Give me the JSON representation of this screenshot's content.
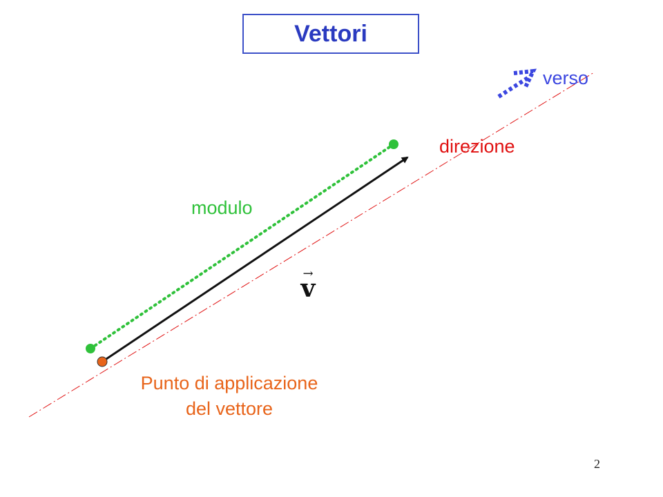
{
  "title": "Vettori",
  "labels": {
    "verso": "verso",
    "direzione": "direzione",
    "modulo": "modulo",
    "punto_line1": "Punto di applicazione",
    "punto_line2": "del vettore"
  },
  "vector_symbol": {
    "arrow": "→",
    "letter": "v"
  },
  "page_number": "2",
  "colors": {
    "title_border": "#3c50c8",
    "title_text": "#2a3ac0",
    "verso": "#3b46e0",
    "direzione": "#e01010",
    "modulo": "#2fc13a",
    "punto": "#e8641a",
    "vector": "#111111"
  }
}
